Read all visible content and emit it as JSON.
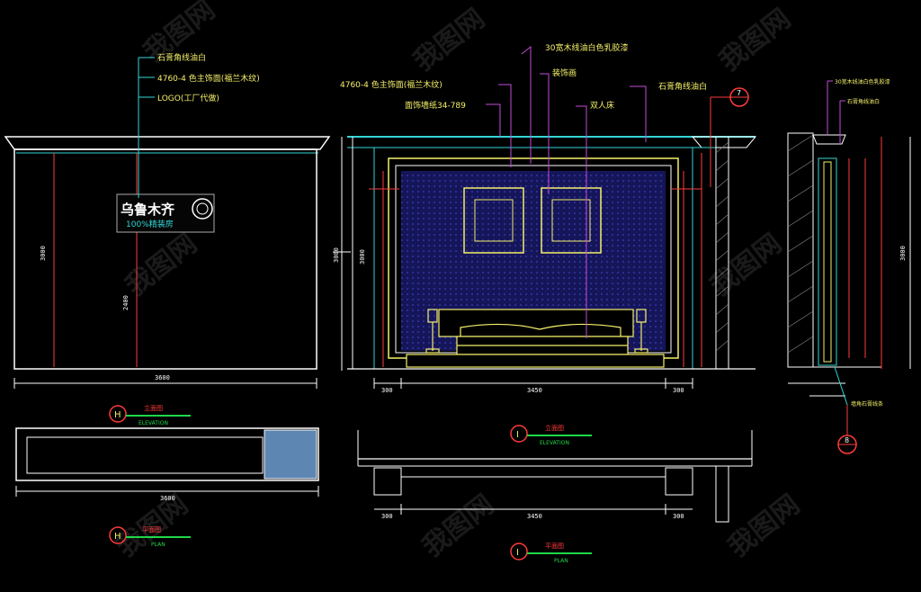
{
  "colors": {
    "background": "#000000",
    "wall": "#ffffff",
    "cyan": "#34d6d6",
    "yellow": "#f5f06a",
    "magenta": "#c24bd8",
    "green": "#1fd84a",
    "red": "#ff3b3b",
    "panel_fill": "#15155a",
    "plan_fill": "#5d86b3"
  },
  "left_elevation": {
    "labels": [
      "石膏角线油白",
      "4760-4 色主饰面(福兰木纹)",
      "LOGO(工厂代做)"
    ],
    "logo_text": "乌鲁木齐",
    "logo_subtext": "100%精装房",
    "dim_height": "3000",
    "dim_inner": "2400",
    "dim_width": "3600",
    "tag_letter": "H",
    "tag_title": "立面图",
    "tag_sub": "ELEVATION"
  },
  "left_plan": {
    "dim_width": "3600",
    "tag_letter": "H",
    "tag_title": "平面图",
    "tag_sub": "PLAN"
  },
  "center_elevation": {
    "labels": [
      "30宽木线油白色乳胶漆",
      "4760-4 色主饰面(福兰木纹)",
      "装饰画",
      "石膏角线油白",
      "面饰墙纸34-789",
      "双人床"
    ],
    "dims_bottom": [
      "300",
      "3450",
      "300"
    ],
    "dim_height": "3000",
    "callout_top": "7",
    "tag_letter": "I",
    "tag_title": "立面图",
    "tag_sub": "ELEVATION"
  },
  "center_plan": {
    "dims_bottom": [
      "300",
      "3450",
      "300"
    ],
    "tag_letter": "I",
    "tag_title": "平面图",
    "tag_sub": "PLAN"
  },
  "section": {
    "labels": [
      "30宽木线油白色乳胶漆",
      "石膏角线油白"
    ],
    "bottom_label": "墙角石膏线条",
    "dim_height": "3000",
    "callout_bottom": "8"
  },
  "watermark": "我图网"
}
